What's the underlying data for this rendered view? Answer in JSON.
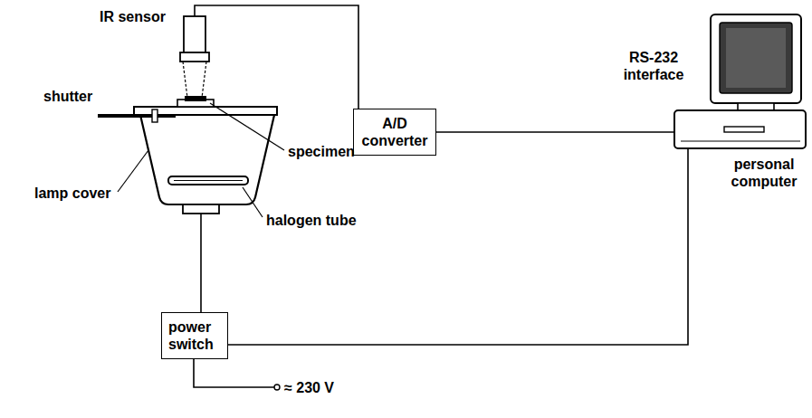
{
  "diagram": {
    "nodes": [
      {
        "text": [
          "A/D converter"
        ]
      },
      {
        "text": [
          "power switch"
        ]
      },
      {
        "text": [
          "personal computer"
        ]
      }
    ],
    "edges": [
      {
        "from": 0,
        "to": 2,
        "arrow": "none"
      },
      {
        "from": 1,
        "to": 2,
        "arrow": "none"
      }
    ],
    "labels": [
      "IR sensor",
      "shutter",
      "specimen",
      "lamp cover",
      "halogen tube",
      "RS-232 interface",
      "≈ 230 V"
    ]
  }
}
